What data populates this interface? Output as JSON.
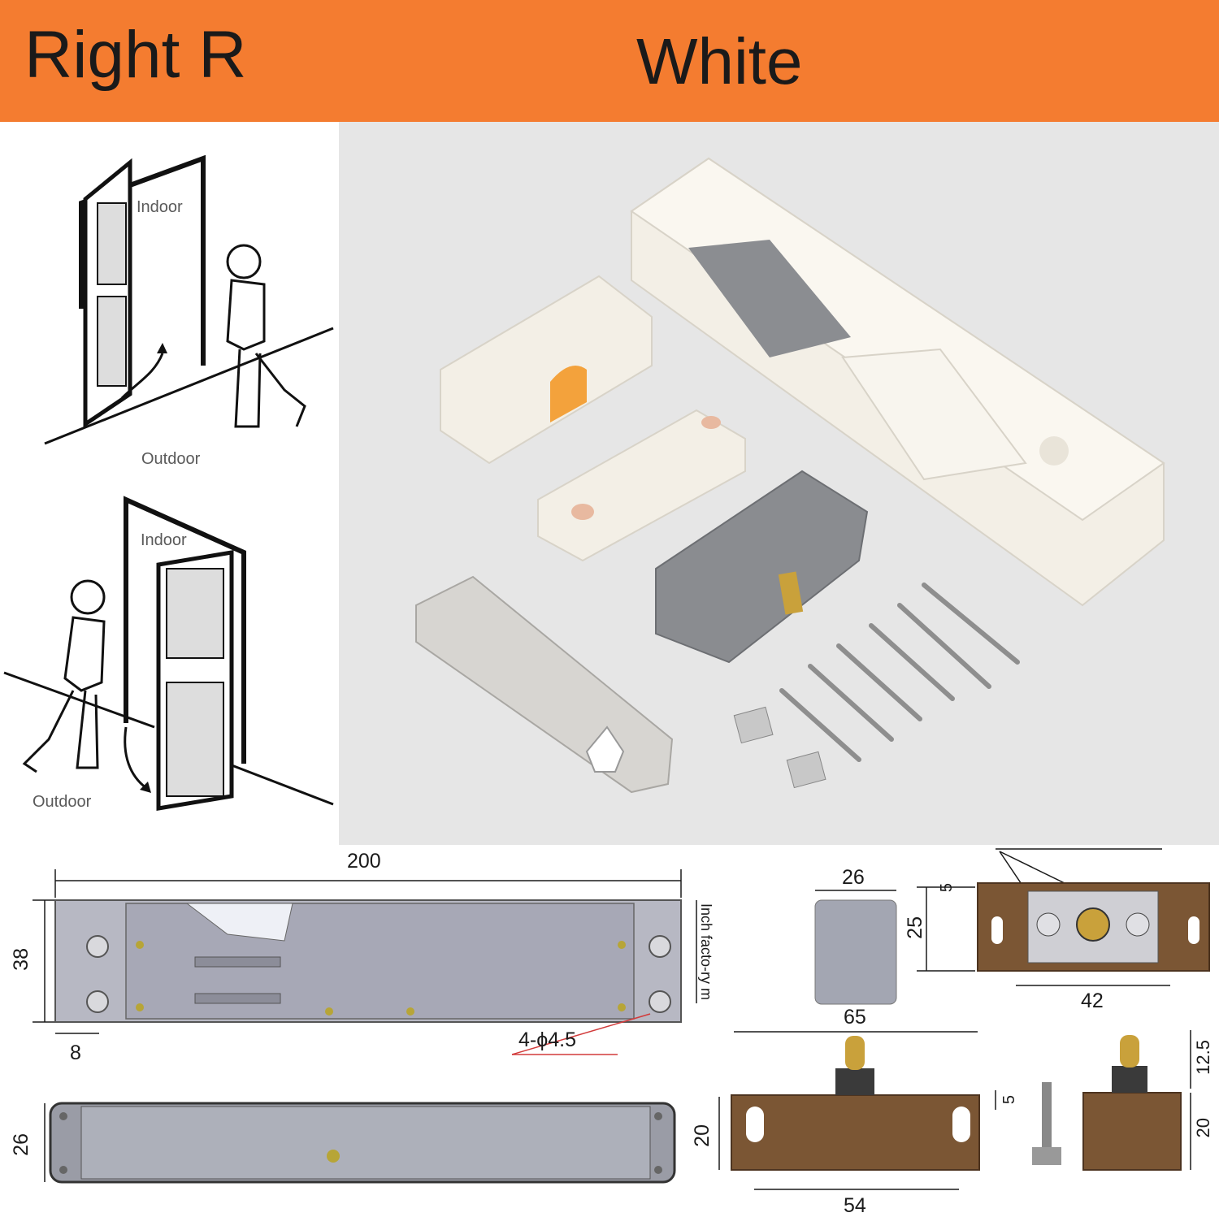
{
  "banner": {
    "side_label": "Right R",
    "color_label": "White",
    "background_color": "#f47c30"
  },
  "illustrations": {
    "top": {
      "indoor": "Indoor",
      "outdoor": "Outdoor"
    },
    "bottom": {
      "indoor": "Indoor",
      "outdoor": "Outdoor"
    }
  },
  "dimensions": {
    "body_length": "200",
    "body_height": "38",
    "hole_offset": "8",
    "hole_spec": "4-ϕ4.5",
    "side_note": "Inch facto-ry m",
    "body_depth": "26",
    "cover_width": "26",
    "cover_height": "25",
    "block_top_gap": "5",
    "block_base_width": "42",
    "strike_length": "65",
    "strike_height": "20",
    "strike_gap": "5",
    "strike_hole_spacing": "54",
    "pin_height": "12.5",
    "pin_base_height": "20"
  },
  "colors": {
    "product_white": "#f3efe6",
    "housing_grey": "#9a9ca6",
    "strike_brown": "#7b5634",
    "brass_pin": "#c9a13b"
  }
}
